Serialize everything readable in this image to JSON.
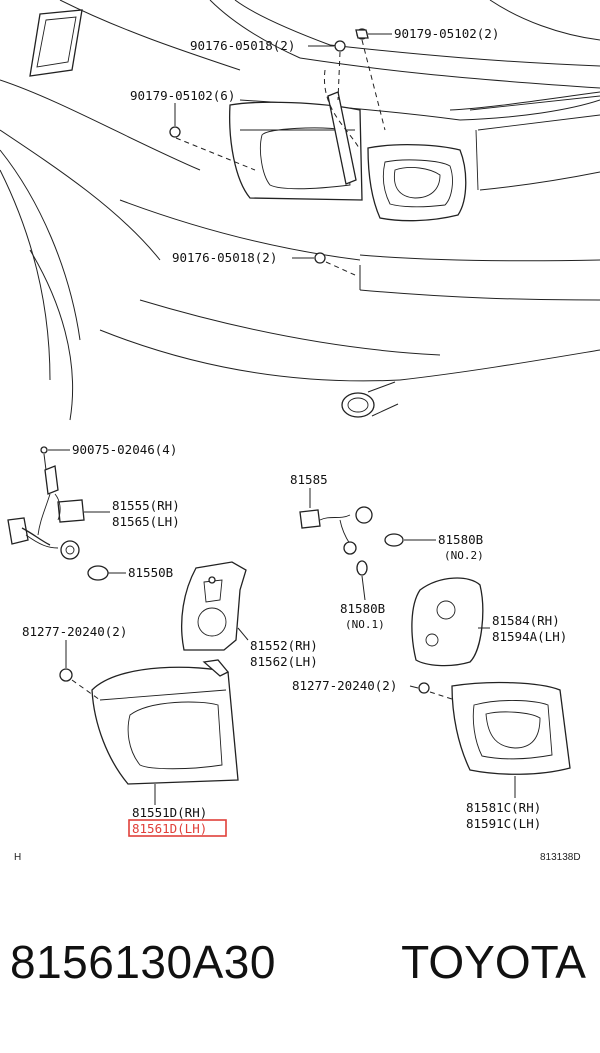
{
  "diagram": {
    "callouts": {
      "bolt_top_left": "90176-05018(2)",
      "nut_top_right": "90179-05102(2)",
      "nut_left": "90179-05102(6)",
      "bolt_lower": "90176-05018(2)",
      "screw": "90075-02046(4)",
      "socket_rh": "81555(RH)",
      "socket_lh": "81565(LH)",
      "bulb_socket": "81550B",
      "gasket_outer": "81277-20240(2)",
      "cover_rh": "81552(RH)",
      "cover_lh": "81562(LH)",
      "lamp_outer_rh": "81551D(RH)",
      "lamp_outer_lh": "81561D(LH)",
      "socket_inner": "81585",
      "bulb_no2_code": "81580B",
      "bulb_no2_tag": "(NO.2)",
      "bulb_no1_code": "81580B",
      "bulb_no1_tag": "(NO.1)",
      "cover_inner_rh": "81584(RH)",
      "cover_inner_lh": "81594A(LH)",
      "gasket_inner": "81277-20240(2)",
      "lamp_inner_rh": "81581C(RH)",
      "lamp_inner_lh": "81591C(LH)"
    },
    "corner_mark": "H",
    "figure_ref": "813138D",
    "highlight_color": "#e0403a"
  },
  "footer": {
    "part_number": "8156130A30",
    "brand": "TOYOTA"
  }
}
